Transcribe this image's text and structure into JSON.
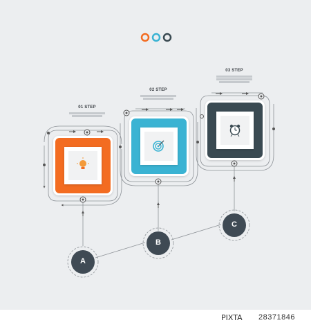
{
  "colors": {
    "background": "#eceef0",
    "orange": "#f36c21",
    "blue": "#3ab3d3",
    "dark": "#3a4a52",
    "line": "#9ea3a8",
    "node": "#3f4a54"
  },
  "header_dots": [
    {
      "color": "#f36c21"
    },
    {
      "color": "#3ab3d3"
    },
    {
      "color": "#3a4a52"
    }
  ],
  "steps": [
    {
      "title": "01 STEP",
      "icon": "lightbulb-icon",
      "color": "#f36c21"
    },
    {
      "title": "02 STEP",
      "icon": "target-icon",
      "color": "#3ab3d3"
    },
    {
      "title": "03 STEP",
      "icon": "alarm-clock-icon",
      "color": "#3a4a52"
    }
  ],
  "nodes": [
    {
      "label": "A"
    },
    {
      "label": "B"
    },
    {
      "label": "C"
    }
  ],
  "watermark": {
    "logo": "PIXTA",
    "id": "28371846"
  }
}
